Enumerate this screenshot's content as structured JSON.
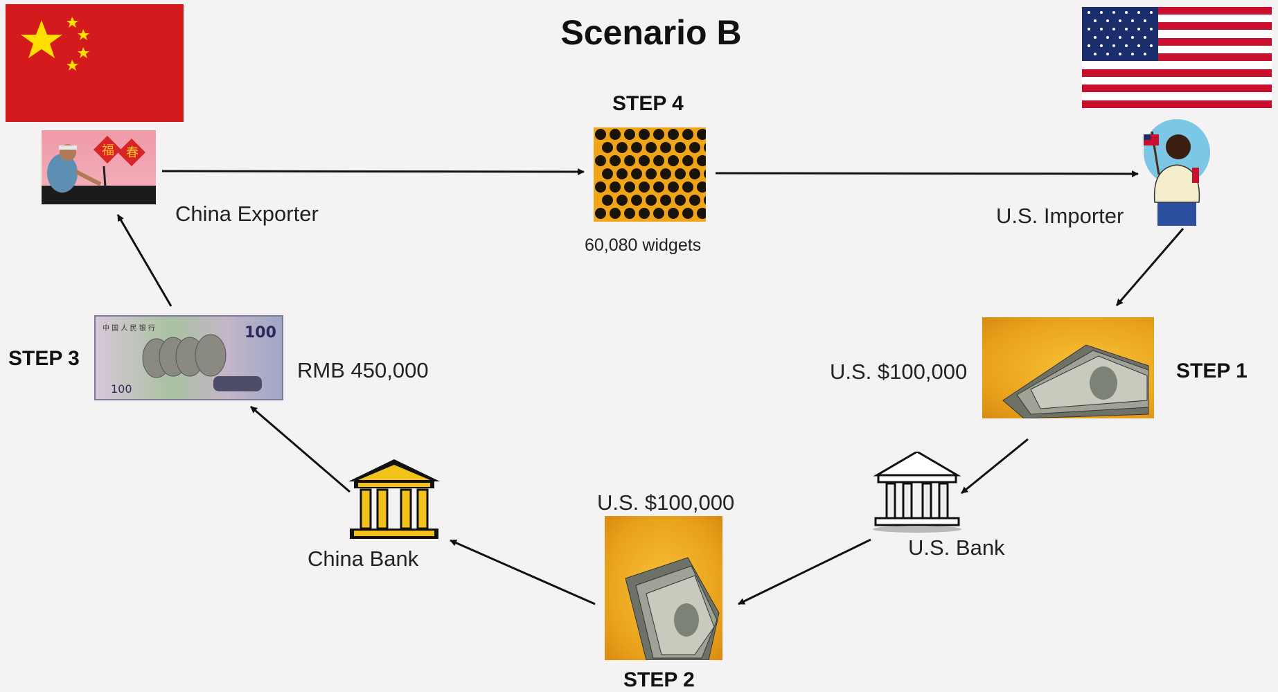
{
  "title": "Scenario B",
  "steps": {
    "step1": "STEP 1",
    "step2": "STEP 2",
    "step3": "STEP 3",
    "step4": "STEP 4"
  },
  "nodes": {
    "china_exporter": "China Exporter",
    "us_importer": "U.S. Importer",
    "china_bank": "China Bank",
    "us_bank": "U.S. Bank"
  },
  "amounts": {
    "widgets": "60,080 widgets",
    "rmb": "RMB 450,000",
    "usd_step1": "U.S. $100,000",
    "usd_step2": "U.S. $100,000"
  },
  "icons": {
    "china_flag": "china-flag-icon",
    "us_flag": "us-flag-icon",
    "exporter": "exporter-worker-icon",
    "importer": "importer-person-icon",
    "widgets": "widgets-grid-icon",
    "rmb_note": "rmb-banknote-icon",
    "usd_cash": "dollar-stack-icon",
    "bank": "bank-building-icon"
  },
  "colors": {
    "china_red": "#d51a1d",
    "china_star": "#ffde00",
    "us_red": "#c8102e",
    "us_blue": "#1c2d6b",
    "gold": "#f2c21a",
    "widget_orange": "#f0a418",
    "arrow": "#111111"
  }
}
